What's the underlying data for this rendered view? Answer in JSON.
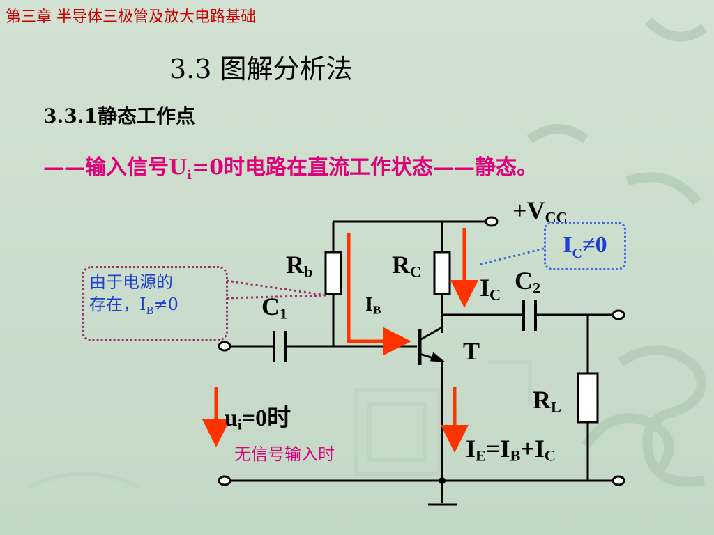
{
  "header": {
    "chapter": "第三章  半导体三极管及放大电路基础"
  },
  "title": "3.3  图解分析法",
  "subtitle": "3.3.1静态工作点",
  "definition": {
    "prefix": "——输入信号U",
    "sub": "i",
    "suffix": "=0时电路在直流工作状态——静态。"
  },
  "circuit": {
    "vcc": {
      "main": "+V",
      "sub": "CC"
    },
    "rb": {
      "main": "R",
      "sub": "b"
    },
    "rc": {
      "main": "R",
      "sub": "C"
    },
    "c1": {
      "main": "C",
      "sub": "1"
    },
    "c2": {
      "main": "C",
      "sub": "2"
    },
    "rl": {
      "main": "R",
      "sub": "L"
    },
    "transistor": "T",
    "ib": {
      "main": "I",
      "sub": "B"
    },
    "ic": {
      "main": "I",
      "sub": "C"
    },
    "ie_formula": {
      "p1": "I",
      "s1": "E",
      "p2": "=I",
      "s2": "B",
      "p3": "+I",
      "s3": "C"
    },
    "ui": {
      "main": "u",
      "sub": "i",
      "suffix": "=0时"
    },
    "no_input": "无信号输入时"
  },
  "callouts": {
    "source": {
      "line1": "由于电源的",
      "line2_prefix": "存在，I",
      "line2_sub": "B",
      "line2_suffix": "≠0"
    },
    "ic_nonzero": {
      "main": "I",
      "sub": "C",
      "suffix": "≠0"
    }
  },
  "colors": {
    "chapter": "#cc0000",
    "definition": "#e0007a",
    "callout_text": "#1f3fd0",
    "arrow": "#ff3300",
    "background": "#cfe0cf"
  }
}
